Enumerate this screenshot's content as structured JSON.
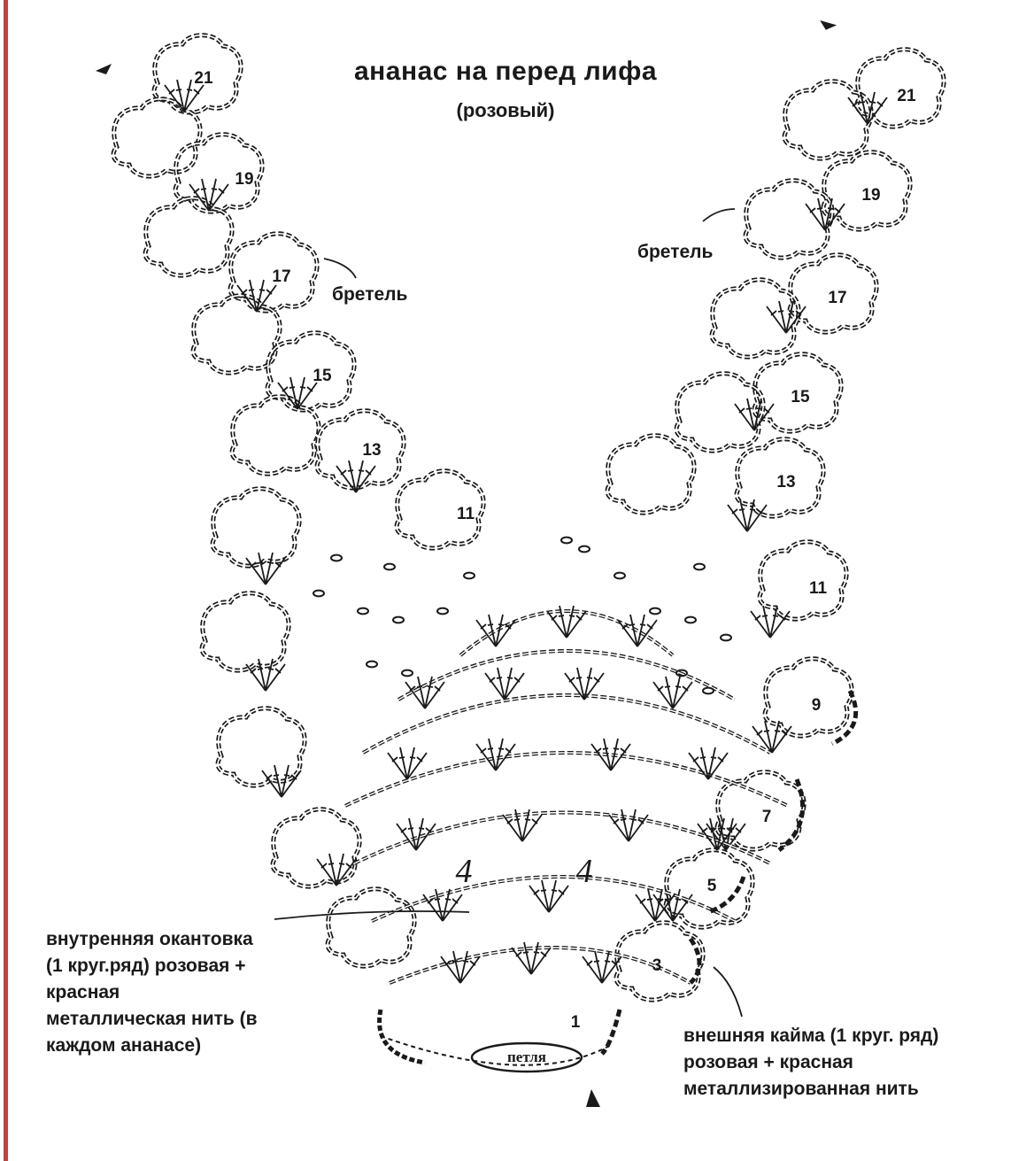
{
  "title": "ананас на перед лифа",
  "subtitle": "(розовый)",
  "strap_label_left": "бретель",
  "strap_label_right": "бретель",
  "inner_edging_note": "внутренняя окантовка\n(1 круг.ряд) розовая +\nкрасная\nметаллическая нить (в\nкаждом ананасе)",
  "outer_edging_note": "внешняя кайма (1 круг. ряд)\nрозовая + красная\nметаллизированная нить",
  "loop_label": "петля",
  "row_numbers_left": [
    "21",
    "19",
    "17",
    "15",
    "13",
    "11"
  ],
  "row_numbers_right": [
    "21",
    "19",
    "17",
    "15",
    "13",
    "11",
    "9",
    "7",
    "5",
    "3",
    "1"
  ],
  "pineapple_marks": [
    "4",
    "4"
  ],
  "colors": {
    "ink": "#1a1a1a",
    "page_stripe": "#c0443c",
    "paper": "#ffffff"
  }
}
